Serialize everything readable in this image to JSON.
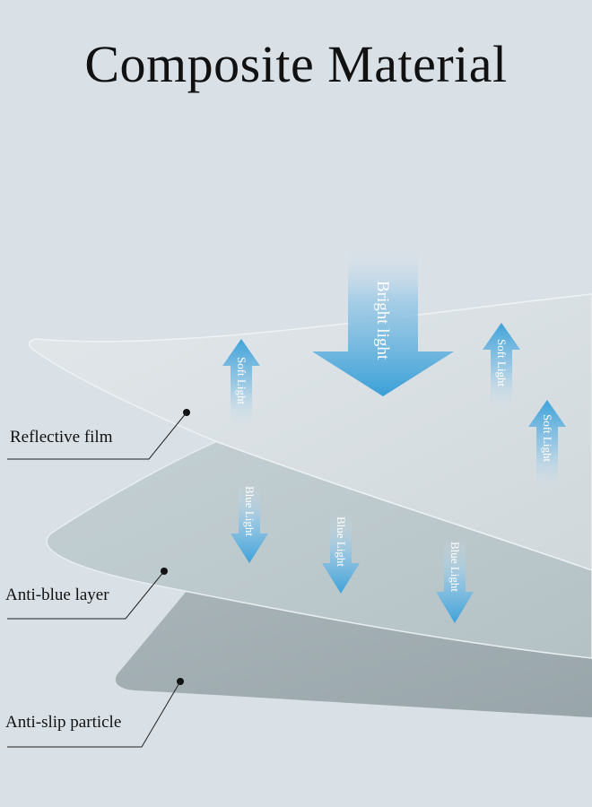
{
  "title": "Composite Material",
  "layers": [
    {
      "label": "Reflective film"
    },
    {
      "label": "Anti-blue layer"
    },
    {
      "label": "Anti-slip particle"
    }
  ],
  "arrows": {
    "bright": "Bright light",
    "soft": "Soft Light",
    "blue": "Blue Light"
  },
  "colors": {
    "background": "#d9e0e6",
    "arrow_blue": "#4aa3d8"
  }
}
